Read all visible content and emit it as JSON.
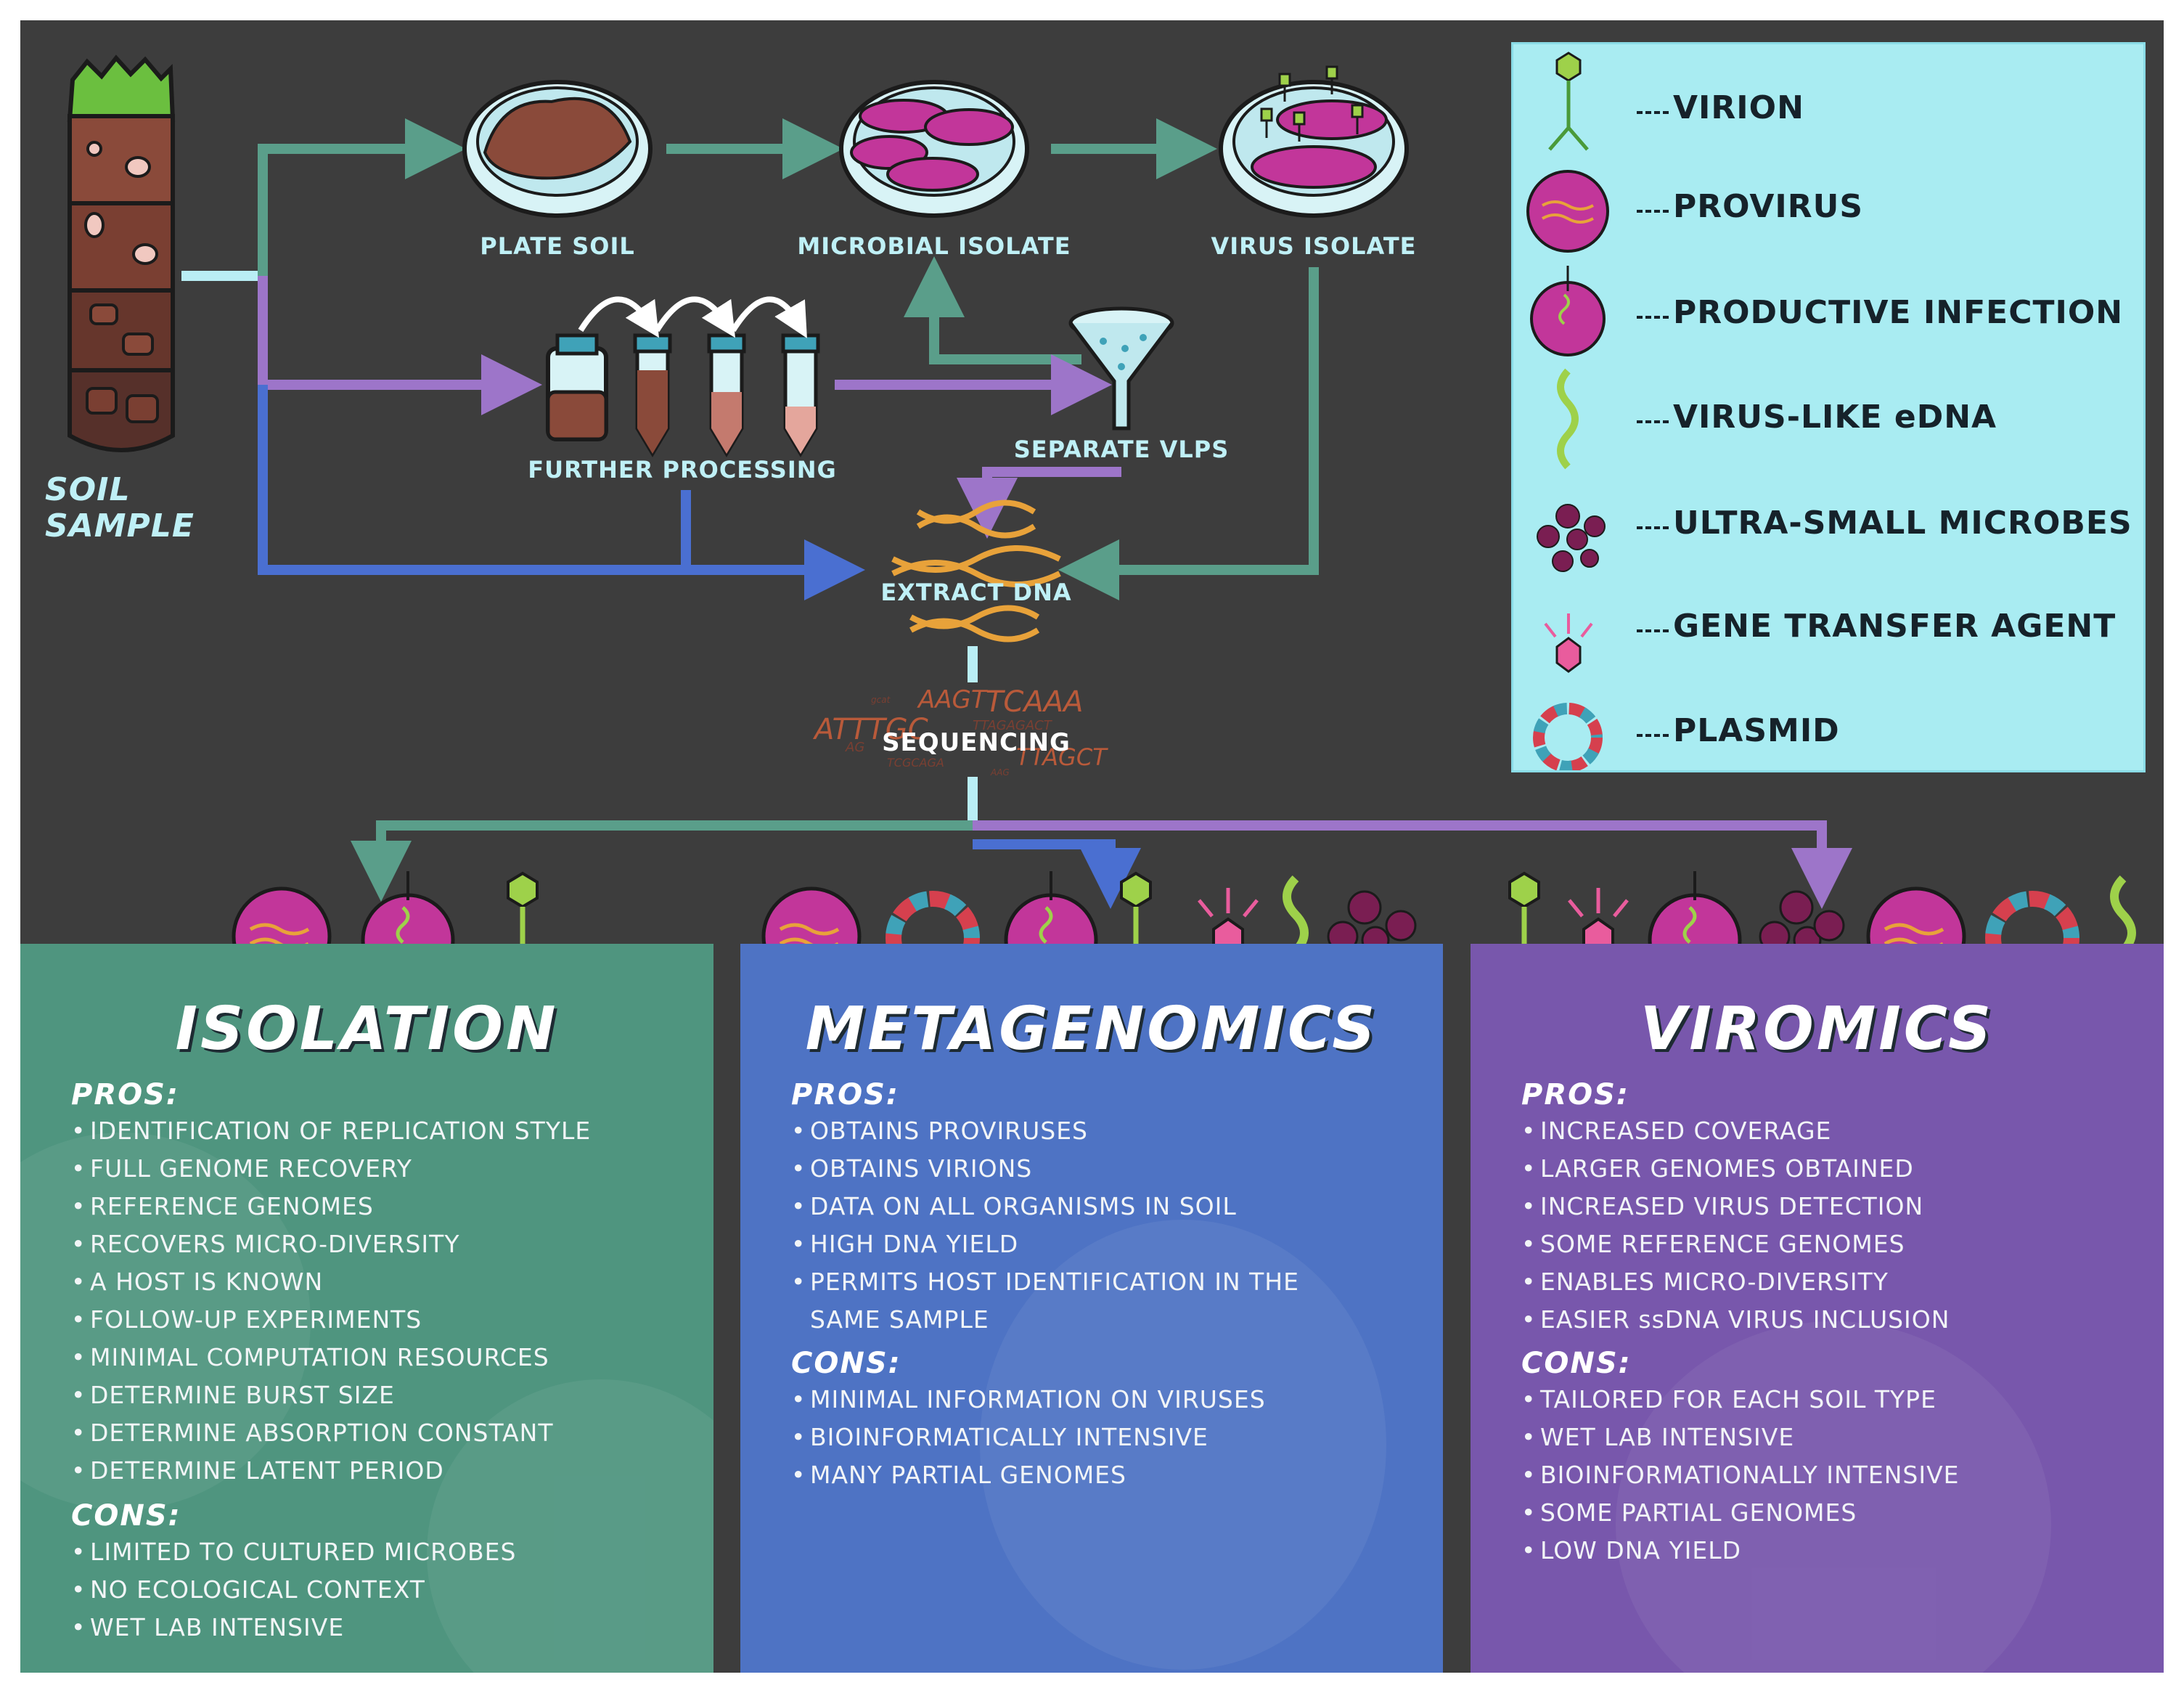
{
  "nodes": {
    "soil_sample": "SOIL SAMPLE",
    "plate_soil": "PLATE SOIL",
    "microbial_isolate": "MICROBIAL ISOLATE",
    "virus_isolate": "VIRUS ISOLATE",
    "further_processing": "FURTHER PROCESSING",
    "separate_vlps": "SEPARATE VLPS",
    "extract_dna": "EXTRACT DNA",
    "sequencing": "SEQUENCING"
  },
  "sequence_letters": [
    "AAGT",
    "TCAAA",
    "ATTTGC",
    "TTAGCT",
    "TTAGAGACT",
    "TCGCAGA",
    "AG",
    "gcat",
    "AAG"
  ],
  "legend": {
    "items": [
      {
        "label": "VIRION",
        "icon": "virion-icon"
      },
      {
        "label": "PROVIRUS",
        "icon": "provirus-icon"
      },
      {
        "label": "PRODUCTIVE INFECTION",
        "icon": "productive-infection-icon"
      },
      {
        "label": "VIRUS-LIKE eDNA",
        "icon": "virus-like-edna-icon"
      },
      {
        "label": "ULTRA-SMALL MICROBES",
        "icon": "ultra-small-microbes-icon"
      },
      {
        "label": "GENE TRANSFER AGENT",
        "icon": "gene-transfer-agent-icon"
      },
      {
        "label": "PLASMID",
        "icon": "plasmid-icon"
      }
    ]
  },
  "panels": {
    "isolation": {
      "title": "ISOLATION",
      "pros_label": "PROS:",
      "pros": [
        "IDENTIFICATION OF REPLICATION STYLE",
        "FULL GENOME RECOVERY",
        "REFERENCE GENOMES",
        "RECOVERS MICRO-DIVERSITY",
        "A HOST IS KNOWN",
        "FOLLOW-UP EXPERIMENTS",
        "MINIMAL COMPUTATION RESOURCES",
        "DETERMINE BURST SIZE",
        "DETERMINE ABSORPTION CONSTANT",
        "DETERMINE LATENT PERIOD"
      ],
      "cons_label": "CONS:",
      "cons": [
        "LIMITED TO CULTURED MICROBES",
        "NO ECOLOGICAL CONTEXT",
        "WET LAB INTENSIVE"
      ]
    },
    "metagenomics": {
      "title": "METAGENOMICS",
      "pros_label": "PROS:",
      "pros": [
        "OBTAINS PROVIRUSES",
        "OBTAINS VIRIONS",
        "DATA ON ALL ORGANISMS IN SOIL",
        "HIGH DNA YIELD",
        "PERMITS HOST IDENTIFICATION IN THE",
        "SAME SAMPLE"
      ],
      "cons_label": "CONS:",
      "cons": [
        "MINIMAL INFORMATION ON VIRUSES",
        "BIOINFORMATICALLY INTENSIVE",
        "MANY PARTIAL GENOMES"
      ]
    },
    "viromics": {
      "title": "VIROMICS",
      "pros_label": "PROS:",
      "pros": [
        "INCREASED COVERAGE",
        "LARGER GENOMES OBTAINED",
        "INCREASED VIRUS DETECTION",
        "SOME REFERENCE GENOMES",
        "ENABLES MICRO-DIVERSITY",
        "EASIER ssDNA VIRUS INCLUSION"
      ],
      "cons_label": "CONS:",
      "cons": [
        "TAILORED FOR EACH SOIL TYPE",
        "WET LAB INTENSIVE",
        "BIOINFORMATIONALLY INTENSIVE",
        "SOME PARTIAL GENOMES",
        "LOW DNA YIELD"
      ]
    }
  },
  "colors": {
    "background": "#3d3d3d",
    "isolation": "#4f957f",
    "metagenomics": "#4e73c4",
    "viromics": "#7857ac",
    "arrow_green": "#5a9e8a",
    "arrow_purple": "#9d75c9",
    "arrow_blue": "#4a6fd1",
    "arrow_cyan": "#b9eef5",
    "legend_bg": "#a9ecf2"
  }
}
